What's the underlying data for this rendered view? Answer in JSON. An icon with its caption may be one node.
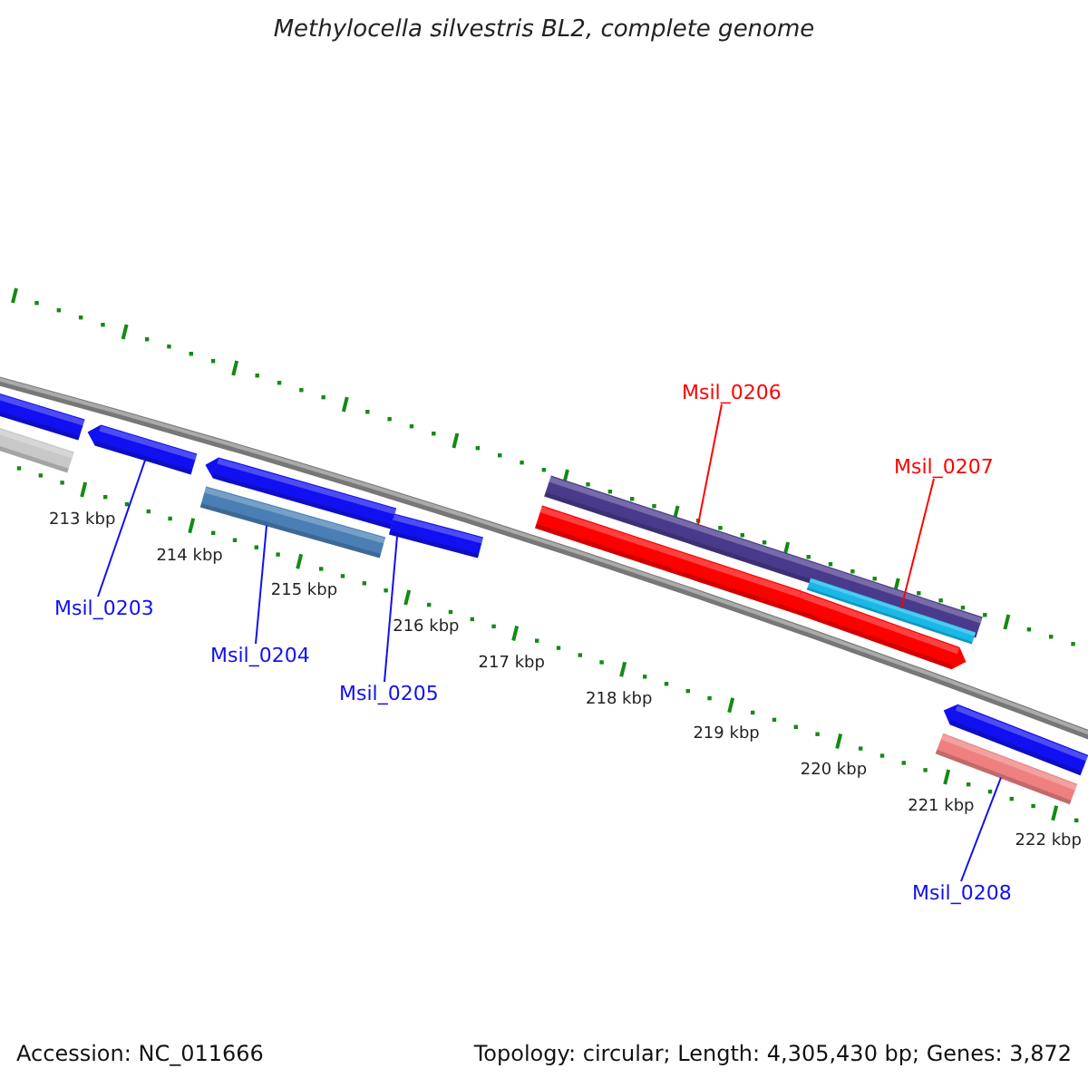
{
  "diagram": {
    "title": "Methylocella silvestris BL2, complete genome",
    "nodes": [
      {
        "text": [],
        "shape": "bar"
      },
      {
        "text": [],
        "shape": "bar"
      },
      {
        "text": [],
        "shape": "bar"
      },
      {
        "text": [],
        "shape": "bar"
      },
      {
        "text": [],
        "shape": "bar"
      },
      {
        "text": [],
        "shape": "bar"
      },
      {
        "text": [],
        "shape": "bar"
      },
      {
        "text": [],
        "shape": "bar"
      },
      {
        "text": [],
        "shape": "bar"
      },
      {
        "text": [],
        "shape": "bar"
      },
      {
        "text": [],
        "shape": "bar"
      },
      {
        "text": [],
        "shape": "bar"
      },
      {
        "text": [
          "Msil_0203"
        ]
      },
      {
        "text": [
          "Msil_0204"
        ]
      },
      {
        "text": [
          "Msil_0205"
        ]
      },
      {
        "text": [
          "Msil_0206"
        ]
      },
      {
        "text": [
          "Msil_0207"
        ]
      },
      {
        "text": [
          "Msil_0208"
        ]
      }
    ],
    "edges": [
      {
        "from": 12,
        "to": 2,
        "arrow": "none"
      },
      {
        "from": 13,
        "to": 3,
        "arrow": "none"
      },
      {
        "from": 14,
        "to": 5,
        "arrow": "none"
      },
      {
        "from": 15,
        "to": 7,
        "arrow": "none",
        "color": "#ff0000"
      },
      {
        "from": 16,
        "to": 9,
        "arrow": "none",
        "color": "#ff0000"
      },
      {
        "from": 17,
        "to": 10,
        "arrow": "none"
      }
    ],
    "labels": [
      "213 kbp",
      "214 kbp",
      "215 kbp",
      "216 kbp",
      "217 kbp",
      "218 kbp",
      "219 kbp",
      "220 kbp",
      "221 kbp",
      "222 kbp",
      "Accession: NC_011666",
      "Topology: circular; Length: 4,305,430 bp; Genes: 3,872"
    ]
  }
}
